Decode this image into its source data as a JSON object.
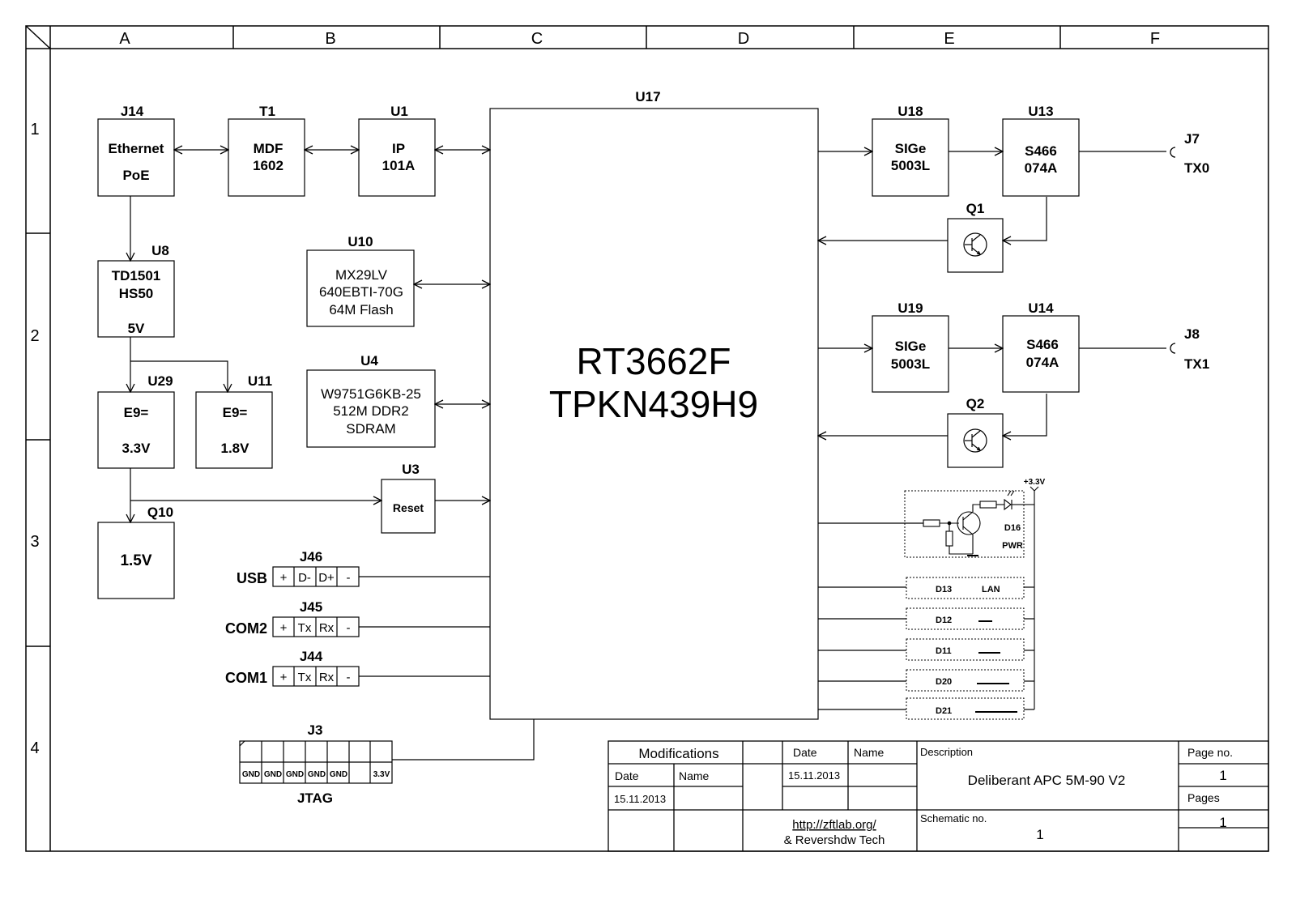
{
  "frame": {
    "columns": [
      "A",
      "B",
      "C",
      "D",
      "E",
      "F"
    ],
    "rows": [
      "1",
      "2",
      "3",
      "4"
    ]
  },
  "blocks": {
    "j14": {
      "ref": "J14",
      "lines": [
        "Ethernet",
        "PoE"
      ]
    },
    "t1": {
      "ref": "T1",
      "lines": [
        "MDF",
        "1602"
      ]
    },
    "u1": {
      "ref": "U1",
      "lines": [
        "IP",
        "101A"
      ]
    },
    "u8": {
      "ref": "U8",
      "lines": [
        "TD1501",
        "HS50",
        "",
        "5V"
      ]
    },
    "u10": {
      "ref": "U10",
      "lines": [
        "MX29LV",
        "640EBTI-70G",
        "64M Flash"
      ]
    },
    "u4": {
      "ref": "U4",
      "lines": [
        "W9751G6KB-25",
        "512M DDR2",
        "SDRAM"
      ]
    },
    "u29": {
      "ref": "U29",
      "lines": [
        "E9=",
        "",
        "3.3V"
      ]
    },
    "u11": {
      "ref": "U11",
      "lines": [
        "E9=",
        "",
        "1.8V"
      ]
    },
    "u3": {
      "ref": "U3",
      "lines": [
        "Reset"
      ]
    },
    "q10": {
      "ref": "Q10",
      "lines": [
        "1.5V"
      ]
    },
    "u17": {
      "ref": "U17",
      "lines": [
        "RT3662F",
        "TPKN439H9"
      ]
    },
    "u18": {
      "ref": "U18",
      "lines": [
        "SIGe",
        "5003L"
      ]
    },
    "u13": {
      "ref": "U13",
      "lines": [
        "S466",
        "074A"
      ]
    },
    "u19": {
      "ref": "U19",
      "lines": [
        "SIGe",
        "5003L"
      ]
    },
    "u14": {
      "ref": "U14",
      "lines": [
        "S466",
        "074A"
      ]
    },
    "q1": {
      "ref": "Q1"
    },
    "q2": {
      "ref": "Q2"
    }
  },
  "connectors": {
    "j7": {
      "ref": "J7",
      "signal": "TX0"
    },
    "j8": {
      "ref": "J8",
      "signal": "TX1"
    },
    "j46": {
      "ref": "J46",
      "label": "USB",
      "pins": [
        "+",
        "D-",
        "D+",
        "-"
      ]
    },
    "j45": {
      "ref": "J45",
      "label": "COM2",
      "pins": [
        "+",
        "Tx",
        "Rx",
        "-"
      ]
    },
    "j44": {
      "ref": "J44",
      "label": "COM1",
      "pins": [
        "+",
        "Tx",
        "Rx",
        "-"
      ]
    },
    "j3": {
      "ref": "J3",
      "label": "JTAG",
      "pins": [
        "GND",
        "GND",
        "GND",
        "GND",
        "GND",
        "",
        "",
        "3.3V"
      ]
    }
  },
  "leds": {
    "pwr": {
      "supply": "+3.3V",
      "ref": "D16",
      "name": "PWR"
    },
    "rows": [
      {
        "ref": "D13",
        "name": "LAN"
      },
      {
        "ref": "D12",
        "name": ""
      },
      {
        "ref": "D11",
        "name": ""
      },
      {
        "ref": "D20",
        "name": ""
      },
      {
        "ref": "D21",
        "name": ""
      }
    ]
  },
  "title_block": {
    "modifications": "Modifications",
    "date_header": "Date",
    "name_header": "Name",
    "date_col": "Date",
    "name_col": "Name",
    "date_value": "15.11.2013",
    "date_value2": "15.11.2013",
    "description_label": "Description",
    "description": "Deliberant APC 5M-90 V2",
    "page_no_label": "Page no.",
    "page_no": "1",
    "pages_label": "Pages",
    "pages": "1",
    "schematic_no_label": "Schematic no.",
    "schematic_no": "1",
    "url": "http://zftlab.org/",
    "credit": "& Revershdw Tech"
  }
}
